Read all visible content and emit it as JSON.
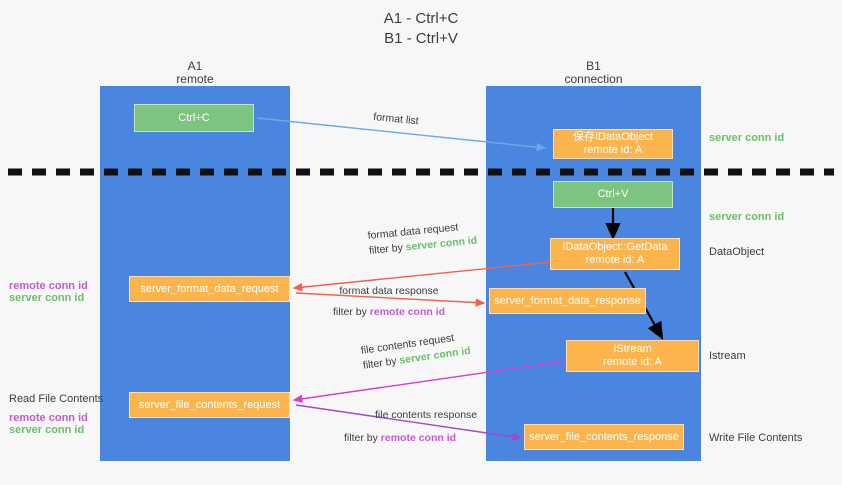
{
  "title": {
    "line1": "A1 - Ctrl+C",
    "line2": "B1 - Ctrl+V"
  },
  "lanes": [
    {
      "name": "A1",
      "sub": "remote"
    },
    {
      "name": "B1",
      "sub": "connection"
    }
  ],
  "boxes": {
    "ctrl_c": {
      "line1": "Ctrl+C"
    },
    "ctrl_v": {
      "line1": "Ctrl+V"
    },
    "save_data_object": {
      "line1": "保存IDataObject",
      "line2": "remote id: A"
    },
    "get_data": {
      "line1": "IDataObject::GetData",
      "line2": "remote id: A"
    },
    "istream": {
      "line1": "IStream",
      "line2": "remote id: A"
    },
    "server_format_data_request": {
      "line1": "server_format_data_request"
    },
    "server_format_data_response": {
      "line1": "server_format_data_response"
    },
    "server_file_contents_request": {
      "line1": "server_file_contents_request"
    },
    "server_file_contents_response": {
      "line1": "server_file_contents_response"
    }
  },
  "edge_labels": {
    "format_list": "format list",
    "format_data_request": "format data request",
    "format_data_request_filter_prefix": "filter by ",
    "format_data_request_filter_value": "server conn id",
    "format_data_response": "format data response",
    "format_data_response_filter_prefix": "filter by ",
    "format_data_response_filter_value": "remote conn id",
    "file_contents_request": "file contents request",
    "file_contents_request_filter_prefix": "filter by ",
    "file_contents_request_filter_value": "server conn id",
    "file_contents_response": "file contents response",
    "file_contents_response_filter_prefix": "filter by ",
    "file_contents_response_filter_value": "remote conn id"
  },
  "right_notes": {
    "server_conn_id_top": "server conn id",
    "server_conn_id_mid": "server conn id",
    "data_object": "DataObject",
    "istream": "Istream",
    "write_file_contents": "Write File Contents"
  },
  "left_notes": {
    "remote_conn_id_upper": "remote conn id",
    "server_conn_id_upper": "server conn id",
    "read_file_contents": "Read File Contents",
    "remote_conn_id_lower": "remote conn id",
    "server_conn_id_lower": "server conn id"
  },
  "colors": {
    "lane": "#4a86e0",
    "green_box": "#7cc47f",
    "orange_box": "#fcb44d",
    "green_text": "#6abf69",
    "magenta_text": "#c45bd0",
    "arrow_blue": "#6aa9e9",
    "arrow_red": "#f4604e",
    "arrow_magenta": "#d43fd0",
    "arrow_purple": "#a347c9",
    "arrow_black": "#000000",
    "background": "#f7f7f7"
  }
}
